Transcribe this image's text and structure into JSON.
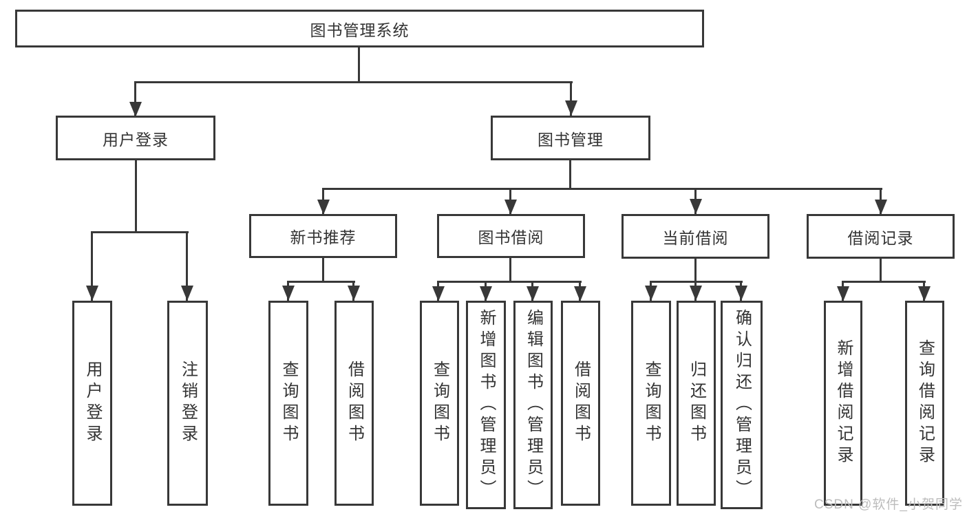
{
  "colors": {
    "line": "#383838",
    "text": "#333333",
    "watermark": "#bcbcbc",
    "background": "#ffffff"
  },
  "root": {
    "label": "图书管理系统"
  },
  "branches": [
    {
      "label": "用户登录",
      "children": [
        {
          "label": "用户登录"
        },
        {
          "label": "注销登录"
        }
      ]
    },
    {
      "label": "图书管理",
      "children": [
        {
          "label": "新书推荐",
          "children": [
            {
              "label": "查询图书"
            },
            {
              "label": "借阅图书"
            }
          ]
        },
        {
          "label": "图书借阅",
          "children": [
            {
              "label": "查询图书"
            },
            {
              "label": "新增图书（管理员）"
            },
            {
              "label": "编辑图书（管理员）"
            },
            {
              "label": "借阅图书"
            }
          ]
        },
        {
          "label": "当前借阅",
          "children": [
            {
              "label": "查询图书"
            },
            {
              "label": "归还图书"
            },
            {
              "label": "确认归还（管理员）"
            }
          ]
        },
        {
          "label": "借阅记录",
          "children": [
            {
              "label": "新增借阅记录"
            },
            {
              "label": "查询借阅记录"
            }
          ]
        }
      ]
    }
  ],
  "watermark": "CSDN @软件_小贺同学"
}
